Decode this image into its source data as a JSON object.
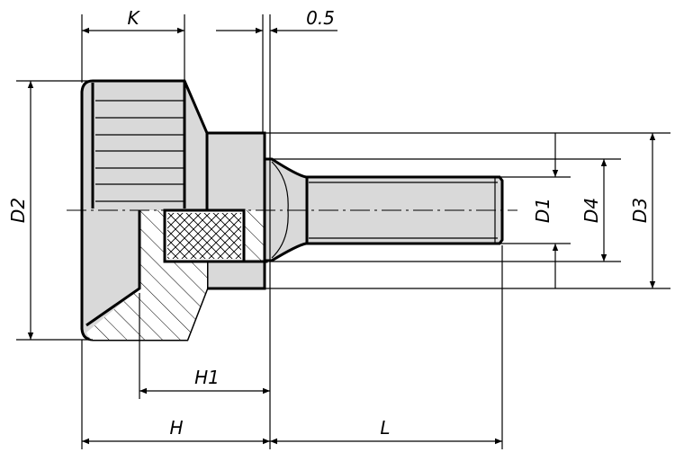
{
  "colors": {
    "part_fill": "#d9d9d9",
    "line": "#000000",
    "background": "#ffffff"
  },
  "dimensions": {
    "K": "K",
    "gap": "0.5",
    "D2": "D2",
    "D1": "D1",
    "D4": "D4",
    "D3": "D3",
    "H1": "H1",
    "H": "H",
    "L": "L"
  }
}
